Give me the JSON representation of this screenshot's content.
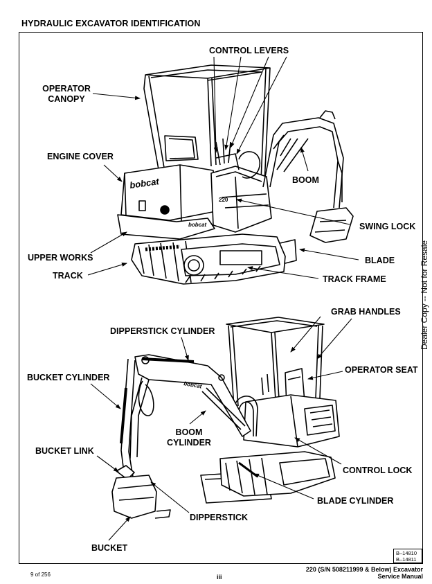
{
  "page": {
    "title": "HYDRAULIC EXCAVATOR IDENTIFICATION",
    "watermark": "Dealer Copy -- Not for Resale",
    "figure_refs": [
      "B–14810",
      "B–14811"
    ],
    "page_counter": "9 of 256",
    "page_number": "iii",
    "manual_line1": "220 (S/N 508211999 & Below) Excavator",
    "manual_line2": "Service Manual"
  },
  "labels_top": {
    "control_levers": "CONTROL LEVERS",
    "operator_canopy_1": "OPERATOR",
    "operator_canopy_2": "CANOPY",
    "engine_cover": "ENGINE COVER",
    "boom": "BOOM",
    "swing_lock": "SWING LOCK",
    "upper_works": "UPPER WORKS",
    "blade": "BLADE",
    "track": "TRACK",
    "track_frame": "TRACK FRAME"
  },
  "labels_bottom": {
    "dipperstick_cylinder": "DIPPERSTICK CYLINDER",
    "grab_handles": "GRAB HANDLES",
    "bucket_cylinder": "BUCKET CYLINDER",
    "operator_seat": "OPERATOR SEAT",
    "boom_cylinder_1": "BOOM",
    "boom_cylinder_2": "CYLINDER",
    "bucket_link": "BUCKET LINK",
    "control_lock": "CONTROL LOCK",
    "blade_cylinder": "BLADE CYLINDER",
    "dipperstick": "DIPPERSTICK",
    "bucket": "BUCKET"
  },
  "decals": {
    "brand_large": "bobcat",
    "brand_small": "bobcat",
    "model": "220"
  }
}
